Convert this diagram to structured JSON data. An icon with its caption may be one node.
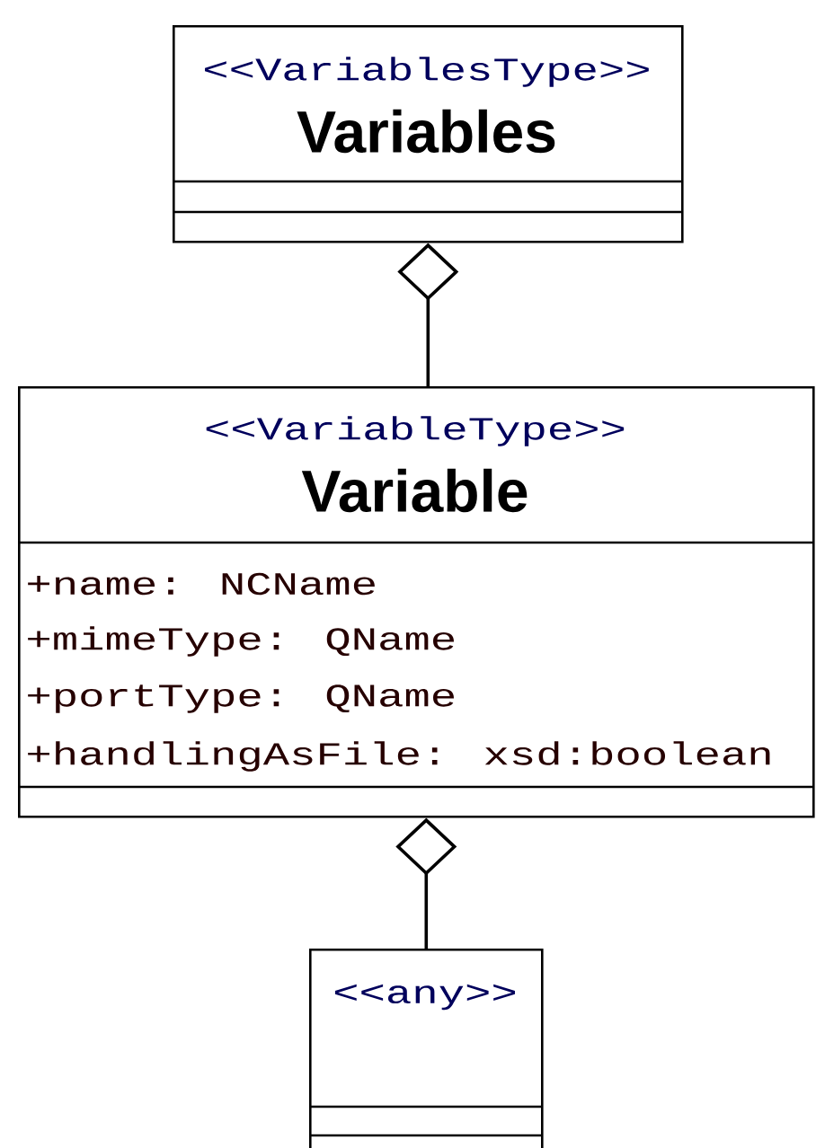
{
  "diagram": {
    "nodes": [
      {
        "text": [
          "<<VariablesType>>",
          "Variables"
        ]
      },
      {
        "text": [
          "<<VariableType>>",
          "Variable",
          "+name: NCName",
          "+mimeType: QName",
          "+portType: QName",
          "+handlingAsFile: xsd:boolean"
        ]
      },
      {
        "text": [
          "<<any>>"
        ]
      }
    ],
    "edges": [
      {
        "from": 1,
        "to": 0,
        "arrow": "other"
      },
      {
        "from": 2,
        "to": 1,
        "arrow": "other"
      }
    ]
  }
}
